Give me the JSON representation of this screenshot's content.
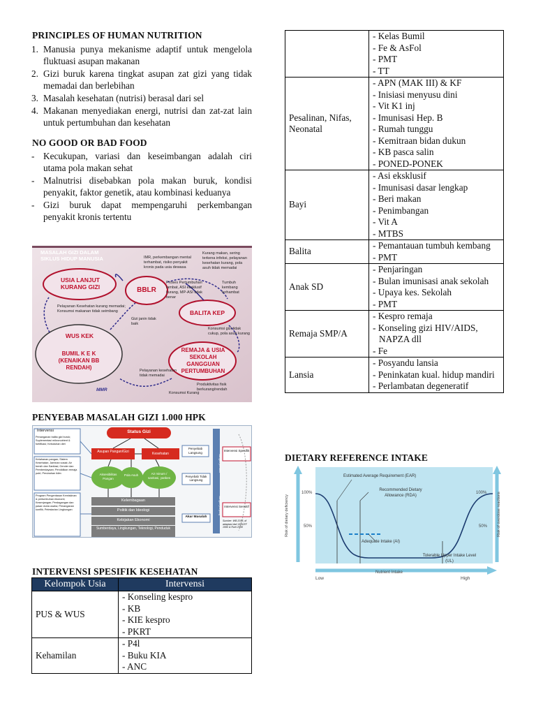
{
  "principles": {
    "title": "PRINCIPLES OF HUMAN NUTRITION",
    "items": [
      {
        "n": "1.",
        "text": "Manusia punya mekanisme adaptif untuk mengelola fluktuasi asupan makanan"
      },
      {
        "n": "2.",
        "text": "Gizi buruk karena tingkat asupan zat gizi yang tidak memadai dan berlebihan"
      },
      {
        "n": "3.",
        "text": "Masalah kesehatan (nutrisi) berasal dari sel"
      },
      {
        "n": "4.",
        "text": "Makanan menyediakan energi, nutrisi dan zat-zat lain untuk pertumbuhan dan kesehatan"
      }
    ]
  },
  "goodbad": {
    "title": "NO GOOD OR BAD FOOD",
    "items": [
      {
        "n": "-",
        "text": "Kecukupan, variasi dan keseimbangan adalah ciri utama pola makan sehat"
      },
      {
        "n": "-",
        "text": "Malnutrisi disebabkan pola makan buruk, kondisi penyakit, faktor genetik, atau kombinasi keduanya"
      },
      {
        "n": "-",
        "text": "Gizi buruk dapat mempengaruhi perkembangan penyakit kronis tertentu"
      }
    ]
  },
  "fig1": {
    "title": "MASALAH GIZI DALAM SIKLUS HIDUP MANUSIA",
    "usia_lanjut": "USIA LANJUT KURANG GIZI",
    "bblr": "BBLR",
    "balita": "BALITA KEP",
    "wus": "WUS KEK",
    "bumil": "BUMIL K E K (KENAIKAN BB RENDAH)",
    "remaja": "REMAJA & USIA SEKOLAH GANGGUAN PERTUMBUHAN",
    "note_imr": "IMR, perkembangan mental terhambat, risiko penyakit kronis pada usia dewasa",
    "note_kurang_makan": "Kurang makan, sering terkena infeksi, pelayanan kesehatan kurang, pola asuh tidak memadai",
    "note_proses": "Proses Pertumbuhan lambat, ASI eksklusif kurang, MP-ASI tidak benar",
    "note_tumbuh": "Tumbuh kembang terhambat",
    "note_pelayanan_lansia": "Pelayanan Kesehatan kurang memadai; Konsumsi makanan tidak seimbang",
    "note_gizi_janin": "Gizi janin tidak baik",
    "note_konsumsi_cukup": "Konsumsi gizi tidak cukup, pola asuh kurang",
    "note_pelayanan_memadai": "Pelayanan kesehatan tidak memadai",
    "note_konsumsi_kurang": "Konsumsi Kurang",
    "note_produktivitas": "Produktivitas fisik berkurang/rendah",
    "mmr": "MMR"
  },
  "penyebab": {
    "title": "PENYEBAB MASALAH GIZI 1.000 HPK"
  },
  "fig2": {
    "status_gizi": "Status Gizi",
    "asupan": "Asupan Pangan/Gizi",
    "kesehatan": "Kesehatan",
    "penyebab_langsung": "Penyebab Langsung",
    "intervensi_spesifik": "Intervensi Spesifik",
    "penyebab_tidak_langsung": "Penyebab Tidak Langsung",
    "aksesibilitas": "Aksesibilitas Pangan",
    "pola_asuh": "Pola Asuh",
    "air_minum": "Air minum / sanitasi, yankes",
    "kelembagaan": "Kelembagaan",
    "politik": "Politik dan Ideologi",
    "kebijakan": "Kebijakan Ekonomi",
    "sumberdaya": "Sumberdaya, Lingkungan, Teknologi, Penduduk",
    "intervensi_sensitif": "Intervensi Sensitif",
    "akar_masalah": "Akar Masalah",
    "intervensi": "Intervensi",
    "sumber": "Sumber: WB 2015, di adaptasi dari UNICEF 1990 & Ruel 2008",
    "left_a": "Penanganan balita gizi buruk; Suplementasi mikronutrient & fortifikasi; Kebutuhan diet",
    "left_b": "Ketahanan pangan; Sistem Kesehatan; Jaminan sosial; Air bersih dan Sanitasi; Gender dan Pemberdayaan; Pendidikan remaja putri; Perubahan iklim",
    "left_c": "Program Pengentasan Kemiskinan & pertumbuhan ekonomi; Kesenjangan; Perdagangan dan pasar dunia usaha; Penanganan konflik; Pelestarian Lingkungan",
    "vertical_1": "Jangka pendek",
    "vertical_2": "Jangka panjang"
  },
  "intervensi": {
    "title": "INTERVENSI SPESIFIK KESEHATAN",
    "headers": [
      "Kelompok Usia",
      "Intervensi"
    ],
    "rows": [
      {
        "group": "PUS & WUS",
        "items": [
          "- Konseling kespro",
          "- KB",
          "- KIE kespro",
          "- PKRT"
        ]
      },
      {
        "group": "Kehamilan",
        "items": [
          "- P4l",
          "- Buku KIA",
          "- ANC"
        ]
      }
    ]
  },
  "right_table": {
    "rows": [
      {
        "group": "",
        "items": [
          "- Kelas Bumil",
          "- Fe & AsFol",
          "- PMT",
          "- TT"
        ]
      },
      {
        "group": "Pesalinan, Nifas, Neonatal",
        "items": [
          "- APN (MAK III) & KF",
          "- Inisiasi menyusu dini",
          "- Vit K1 inj",
          "- Imunisasi Hep. B",
          "- Rumah tunggu",
          "- Kemitraan bidan dukun",
          "- KB pasca salin",
          "- PONED-PONEK"
        ]
      },
      {
        "group": "Bayi",
        "items": [
          "- Asi eksklusif",
          "- Imunisasi dasar lengkap",
          "- Beri makan",
          "- Penimbangan",
          "- Vit A",
          "- MTBS"
        ]
      },
      {
        "group": "Balita",
        "items": [
          "- Pemantauan tumbuh kembang",
          "- PMT"
        ]
      },
      {
        "group": "Anak SD",
        "items": [
          "- Penjaringan",
          "- Bulan imunisasi anak sekolah",
          "- Upaya kes. Sekolah",
          "- PMT"
        ]
      },
      {
        "group": "Remaja SMP/A",
        "items": [
          "- Kespro remaja",
          "- Konseling gizi HIV/AIDS, NAPZA dll",
          "- Fe"
        ]
      },
      {
        "group": "Lansia",
        "items": [
          "- Posyandu lansia",
          "- Peninkatan kual. hidup mandiri",
          "- Perlambatan degeneratif"
        ]
      }
    ]
  },
  "dri": {
    "title": "DIETARY REFERENCE INTAKE",
    "ear": "Estimated Average Requirement (EAR)",
    "rda": "Recommended Dietary Allowance (RDA)",
    "ai": "Adequate Intake (AI)",
    "ul": "Tolerable Upper Intake Level (UL)",
    "y_left": "Risk of dietary deficiency",
    "y_right": "Risk of overdose reactions",
    "pct100": "100%",
    "pct50": "50%",
    "x_label": "Nutrient Intake",
    "low": "Low",
    "high": "High"
  }
}
